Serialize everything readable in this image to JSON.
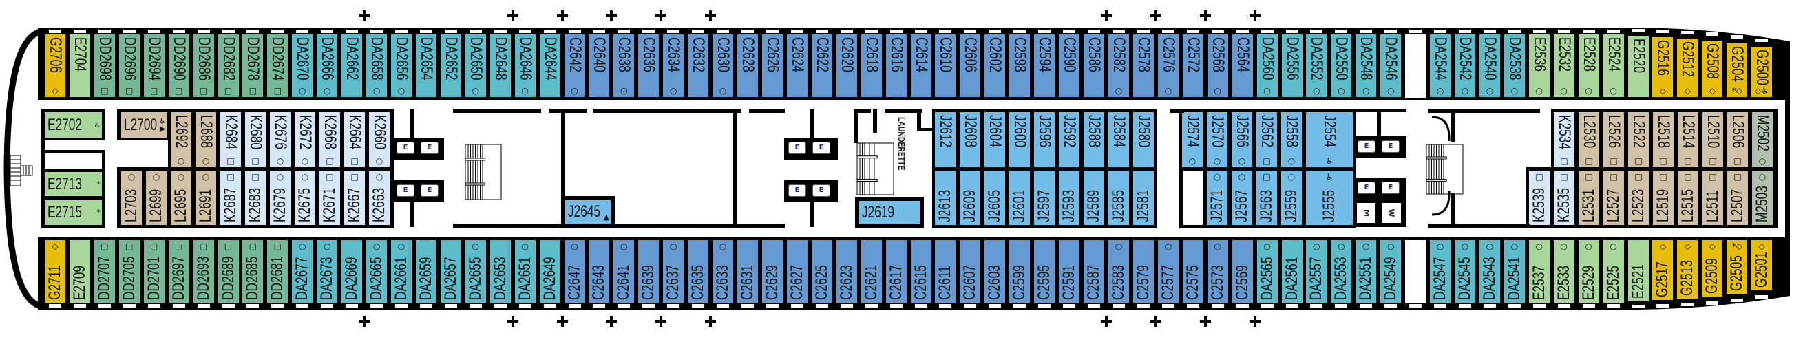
{
  "colors": {
    "G": "#e6bd08",
    "E": "#a9d69b",
    "DD": "#74b897",
    "DA": "#5cbcca",
    "C": "#6599d2",
    "J": "#75bde9",
    "K": "#d6e8f7",
    "L": "#d0c1a7",
    "M": "#b2bfae",
    "wall": "#000000",
    "corridor": "#ffffff"
  },
  "symbols": {
    "circle": "○",
    "square": "□",
    "diamond": "◇",
    "star": "*",
    "wheelchair": "♿",
    "triangle": "▲",
    "triangle-right": "▶"
  },
  "elevator_label": "E",
  "restrooms": {
    "men": "M",
    "women": "W"
  },
  "launderette": "LAUNDERETTE",
  "top_row": [
    {
      "id": "G2706",
      "sym": [
        "diamond"
      ]
    },
    {
      "id": "E2704"
    },
    {
      "id": "DD2698",
      "sym": [
        "square"
      ]
    },
    {
      "id": "DD2696",
      "sym": [
        "square"
      ]
    },
    {
      "id": "DD2694",
      "sym": [
        "square"
      ]
    },
    {
      "id": "DD2690",
      "sym": [
        "square"
      ]
    },
    {
      "id": "DD2686",
      "sym": [
        "square"
      ]
    },
    {
      "id": "DD2682",
      "sym": [
        "square"
      ]
    },
    {
      "id": "DD2678",
      "sym": [
        "square"
      ]
    },
    {
      "id": "DD2674",
      "sym": [
        "square"
      ]
    },
    {
      "id": "DA2670",
      "sym": [
        "circle"
      ]
    },
    {
      "id": "DA2666",
      "sym": [
        "circle"
      ]
    },
    {
      "id": "DA2662"
    },
    {
      "id": "DA2658",
      "sym": [
        "circle"
      ]
    },
    {
      "id": "DA2656",
      "sym": [
        "circle"
      ]
    },
    {
      "id": "DA2654"
    },
    {
      "id": "DA2652"
    },
    {
      "id": "DA2650",
      "sym": [
        "circle"
      ]
    },
    {
      "id": "DA2648"
    },
    {
      "id": "DA2646",
      "sym": [
        "circle"
      ]
    },
    {
      "id": "DA2644"
    },
    {
      "id": "C2642",
      "sym": [
        "circle"
      ]
    },
    {
      "id": "C2640"
    },
    {
      "id": "C2638",
      "sym": [
        "circle"
      ]
    },
    {
      "id": "C2636"
    },
    {
      "id": "C2634",
      "sym": [
        "circle"
      ]
    },
    {
      "id": "C2632"
    },
    {
      "id": "C2630",
      "sym": [
        "circle"
      ]
    },
    {
      "id": "C2628"
    },
    {
      "id": "C2626"
    },
    {
      "id": "C2624"
    },
    {
      "id": "C2622"
    },
    {
      "id": "C2620"
    },
    {
      "id": "C2618"
    },
    {
      "id": "C2616"
    },
    {
      "id": "C2614"
    },
    {
      "id": "C2610"
    },
    {
      "id": "C2606"
    },
    {
      "id": "C2602"
    },
    {
      "id": "C2598"
    },
    {
      "id": "C2594"
    },
    {
      "id": "C2590"
    },
    {
      "id": "C2586"
    },
    {
      "id": "C2582",
      "sym": [
        "circle"
      ]
    },
    {
      "id": "C2578"
    },
    {
      "id": "C2576",
      "sym": [
        "circle"
      ]
    },
    {
      "id": "C2572"
    },
    {
      "id": "C2568",
      "sym": [
        "circle"
      ]
    },
    {
      "id": "C2564"
    },
    {
      "id": "DA2560",
      "sym": [
        "circle"
      ]
    },
    {
      "id": "DA2556"
    },
    {
      "id": "DA2552",
      "sym": [
        "circle"
      ]
    },
    {
      "id": "DA2550",
      "sym": [
        "circle"
      ]
    },
    {
      "id": "DA2548",
      "sym": [
        "circle"
      ]
    },
    {
      "id": "DA2546",
      "sym": [
        "circle"
      ]
    },
    null,
    {
      "id": "DA2544",
      "sym": [
        "circle"
      ]
    },
    {
      "id": "DA2542",
      "sym": [
        "circle"
      ]
    },
    {
      "id": "DA2540",
      "sym": [
        "circle"
      ]
    },
    {
      "id": "DA2538",
      "sym": [
        "circle"
      ]
    },
    {
      "id": "E2536",
      "sym": [
        "circle"
      ]
    },
    {
      "id": "E2532",
      "sym": [
        "circle"
      ]
    },
    {
      "id": "E2528",
      "sym": [
        "circle"
      ]
    },
    {
      "id": "E2524",
      "sym": [
        "circle"
      ]
    },
    {
      "id": "E2520"
    },
    {
      "id": "G2516",
      "sym": [
        "diamond"
      ]
    },
    {
      "id": "G2512",
      "sym": [
        "diamond"
      ]
    },
    {
      "id": "G2508",
      "sym": [
        "diamond"
      ]
    },
    {
      "id": "G2504",
      "sym": [
        "star",
        "diamond"
      ]
    },
    {
      "id": "G2500",
      "sym": [
        "diamond",
        "wheelchair"
      ]
    }
  ],
  "bottom_row": [
    {
      "id": "G2711",
      "sym": [
        "diamond"
      ]
    },
    {
      "id": "E2709"
    },
    {
      "id": "DD2707",
      "sym": [
        "square"
      ]
    },
    {
      "id": "DD2705",
      "sym": [
        "square"
      ]
    },
    {
      "id": "DD2701",
      "sym": [
        "square"
      ]
    },
    {
      "id": "DD2697",
      "sym": [
        "square"
      ]
    },
    {
      "id": "DD2693",
      "sym": [
        "square"
      ]
    },
    {
      "id": "DD2689",
      "sym": [
        "square"
      ]
    },
    {
      "id": "DD2685",
      "sym": [
        "square"
      ]
    },
    {
      "id": "DD2681",
      "sym": [
        "square"
      ]
    },
    {
      "id": "DA2677",
      "sym": [
        "circle"
      ]
    },
    {
      "id": "DA2673",
      "sym": [
        "circle"
      ]
    },
    {
      "id": "DA2669"
    },
    {
      "id": "DA2665",
      "sym": [
        "circle"
      ]
    },
    {
      "id": "DA2661",
      "sym": [
        "circle"
      ]
    },
    {
      "id": "DA2659"
    },
    {
      "id": "DA2657"
    },
    {
      "id": "DA2655",
      "sym": [
        "circle"
      ]
    },
    {
      "id": "DA2653"
    },
    {
      "id": "DA2651",
      "sym": [
        "circle"
      ]
    },
    {
      "id": "DA2649"
    },
    {
      "id": "C2647",
      "sym": [
        "circle"
      ]
    },
    {
      "id": "C2643"
    },
    {
      "id": "C2641",
      "sym": [
        "circle"
      ]
    },
    {
      "id": "C2639"
    },
    {
      "id": "C2637",
      "sym": [
        "circle"
      ]
    },
    {
      "id": "C2635"
    },
    {
      "id": "C2633",
      "sym": [
        "circle"
      ]
    },
    {
      "id": "C2631"
    },
    {
      "id": "C2629"
    },
    {
      "id": "C2627"
    },
    {
      "id": "C2625"
    },
    {
      "id": "C2623"
    },
    {
      "id": "C2621"
    },
    {
      "id": "C2617"
    },
    {
      "id": "C2615"
    },
    {
      "id": "C2611"
    },
    {
      "id": "C2607"
    },
    {
      "id": "C2603"
    },
    {
      "id": "C2599"
    },
    {
      "id": "C2595"
    },
    {
      "id": "C2591"
    },
    {
      "id": "C2587"
    },
    {
      "id": "C2583",
      "sym": [
        "circle"
      ]
    },
    {
      "id": "C2579"
    },
    {
      "id": "C2577",
      "sym": [
        "circle"
      ]
    },
    {
      "id": "C2575"
    },
    {
      "id": "C2573",
      "sym": [
        "circle"
      ]
    },
    {
      "id": "C2569"
    },
    {
      "id": "DA2565",
      "sym": [
        "circle"
      ]
    },
    {
      "id": "DA2561"
    },
    {
      "id": "DA2557",
      "sym": [
        "circle"
      ]
    },
    {
      "id": "DA2553",
      "sym": [
        "circle"
      ]
    },
    {
      "id": "DA2551",
      "sym": [
        "circle"
      ]
    },
    {
      "id": "DA2549",
      "sym": [
        "circle"
      ]
    },
    null,
    {
      "id": "DA2547",
      "sym": [
        "circle"
      ]
    },
    {
      "id": "DA2545",
      "sym": [
        "circle"
      ]
    },
    {
      "id": "DA2543",
      "sym": [
        "circle"
      ]
    },
    {
      "id": "DA2541",
      "sym": [
        "circle"
      ]
    },
    {
      "id": "E2537",
      "sym": [
        "circle"
      ]
    },
    {
      "id": "E2533",
      "sym": [
        "circle"
      ]
    },
    {
      "id": "E2529",
      "sym": [
        "circle"
      ]
    },
    {
      "id": "E2525",
      "sym": [
        "circle"
      ]
    },
    {
      "id": "E2521"
    },
    {
      "id": "G2517",
      "sym": [
        "diamond"
      ]
    },
    {
      "id": "G2513",
      "sym": [
        "diamond"
      ]
    },
    {
      "id": "G2509",
      "sym": [
        "diamond"
      ]
    },
    {
      "id": "G2505",
      "sym": [
        "star",
        "diamond"
      ]
    },
    {
      "id": "G2501",
      "sym": [
        "diamond"
      ]
    }
  ],
  "inner": {
    "bow_rooms": [
      {
        "id": "E2702",
        "sym": [
          "wheelchair"
        ]
      },
      {
        "id": "E2713",
        "sym": [
          "star"
        ]
      },
      {
        "id": "E2715",
        "sym": [
          "star"
        ]
      }
    ],
    "l2700": {
      "id": "L2700",
      "sym": [
        "wheelchair",
        "triangle-right"
      ]
    },
    "fore_upper": [
      {
        "id": "L2692",
        "sym": [
          "circle"
        ]
      },
      {
        "id": "L2688",
        "sym": [
          "circle"
        ]
      },
      {
        "id": "K2684",
        "sym": [
          "square"
        ]
      },
      {
        "id": "K2680",
        "sym": [
          "square"
        ]
      },
      {
        "id": "K2676",
        "sym": [
          "circle"
        ]
      },
      {
        "id": "K2672",
        "sym": [
          "circle"
        ]
      },
      {
        "id": "K2668",
        "sym": [
          "square"
        ]
      },
      {
        "id": "K2664",
        "sym": [
          "square"
        ]
      },
      {
        "id": "K2660",
        "sym": [
          "circle"
        ]
      }
    ],
    "fore_lower": [
      {
        "id": "L2703",
        "sym": [
          "circle"
        ]
      },
      {
        "id": "L2699",
        "sym": [
          "circle"
        ]
      },
      {
        "id": "L2695",
        "sym": [
          "circle"
        ]
      },
      {
        "id": "L2691",
        "sym": [
          "circle"
        ]
      },
      {
        "id": "K2687",
        "sym": [
          "square"
        ]
      },
      {
        "id": "K2683",
        "sym": [
          "square"
        ]
      },
      {
        "id": "K2679",
        "sym": [
          "circle"
        ]
      },
      {
        "id": "K2675",
        "sym": [
          "circle"
        ]
      },
      {
        "id": "K2671",
        "sym": [
          "square"
        ]
      },
      {
        "id": "K2667",
        "sym": [
          "square"
        ]
      },
      {
        "id": "K2663",
        "sym": [
          "circle"
        ]
      }
    ],
    "j2645": {
      "id": "J2645",
      "sym": [
        "triangle"
      ]
    },
    "j2619": {
      "id": "J2619"
    },
    "mid_upper": [
      {
        "id": "J2612"
      },
      {
        "id": "J2608"
      },
      {
        "id": "J2604"
      },
      {
        "id": "J2600"
      },
      {
        "id": "J2596"
      },
      {
        "id": "J2592"
      },
      {
        "id": "J2588"
      },
      {
        "id": "J2584"
      },
      {
        "id": "J2580"
      }
    ],
    "mid_lower": [
      {
        "id": "J2613"
      },
      {
        "id": "J2609"
      },
      {
        "id": "J2605"
      },
      {
        "id": "J2601"
      },
      {
        "id": "J2597"
      },
      {
        "id": "J2593"
      },
      {
        "id": "J2589"
      },
      {
        "id": "J2585"
      },
      {
        "id": "J2581"
      }
    ],
    "aft_upper": [
      {
        "id": "J2574",
        "sym": [
          "circle"
        ]
      },
      {
        "id": "J2570",
        "sym": [
          "circle"
        ]
      },
      {
        "id": "J2566",
        "sym": [
          "circle"
        ]
      },
      {
        "id": "J2562",
        "sym": [
          "square"
        ]
      },
      {
        "id": "J2558",
        "sym": [
          "circle"
        ]
      },
      {
        "id": "J2554",
        "sym": [
          "wheelchair"
        ]
      }
    ],
    "aft_lower": [
      {
        "id": "J2571",
        "sym": [
          "circle"
        ]
      },
      {
        "id": "J2567",
        "sym": [
          "circle"
        ]
      },
      {
        "id": "J2563",
        "sym": [
          "square"
        ]
      },
      {
        "id": "J2559",
        "sym": [
          "circle"
        ]
      },
      {
        "id": "J2555",
        "sym": [
          "wheelchair"
        ]
      }
    ],
    "stern_upper": [
      {
        "id": "K2534",
        "sym": [
          "square"
        ]
      },
      {
        "id": "L2530",
        "sym": [
          "square"
        ]
      },
      {
        "id": "L2526",
        "sym": [
          "square"
        ]
      },
      {
        "id": "L2522",
        "sym": [
          "square"
        ]
      },
      {
        "id": "L2518",
        "sym": [
          "square"
        ]
      },
      {
        "id": "L2514",
        "sym": [
          "square"
        ]
      },
      {
        "id": "L2510",
        "sym": [
          "square"
        ]
      },
      {
        "id": "L2506",
        "sym": [
          "square"
        ]
      },
      {
        "id": "M2502",
        "sym": [
          "circle"
        ]
      }
    ],
    "stern_lower": [
      {
        "id": "K2539",
        "sym": [
          "square"
        ]
      },
      {
        "id": "K2535",
        "sym": [
          "square"
        ]
      },
      {
        "id": "L2531",
        "sym": [
          "square"
        ]
      },
      {
        "id": "L2527",
        "sym": [
          "square"
        ]
      },
      {
        "id": "L2523",
        "sym": [
          "square"
        ]
      },
      {
        "id": "L2519",
        "sym": [
          "square"
        ]
      },
      {
        "id": "L2515",
        "sym": [
          "square"
        ]
      },
      {
        "id": "L2511",
        "sym": [
          "square"
        ]
      },
      {
        "id": "L2507",
        "sym": [
          "square"
        ]
      },
      {
        "id": "M2503",
        "sym": [
          "circle"
        ]
      }
    ]
  }
}
